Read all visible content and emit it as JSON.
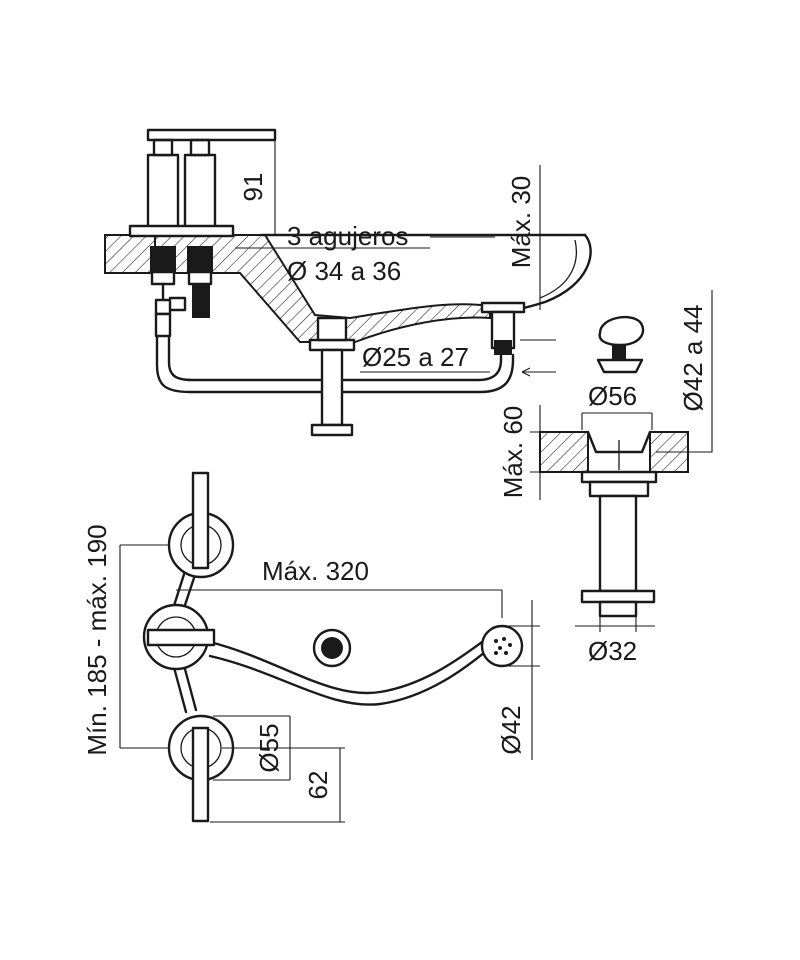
{
  "diagram": {
    "labels": {
      "height_91": "91",
      "max_30": "Máx. 30",
      "holes_count": "3 agujeros",
      "holes_diameter": "Ø 34 a 36",
      "drain_range": "Ø25 a 27",
      "d56": "Ø56",
      "d42_44": "Ø42 a 44",
      "max_60": "Máx. 60",
      "d32": "Ø32",
      "spacing": "Mín. 185 - máx. 190",
      "max_320": "Máx. 320",
      "d55": "Ø55",
      "d42": "Ø42",
      "h62": "62"
    },
    "colors": {
      "line": "#1a1a1a",
      "background": "#ffffff"
    }
  }
}
